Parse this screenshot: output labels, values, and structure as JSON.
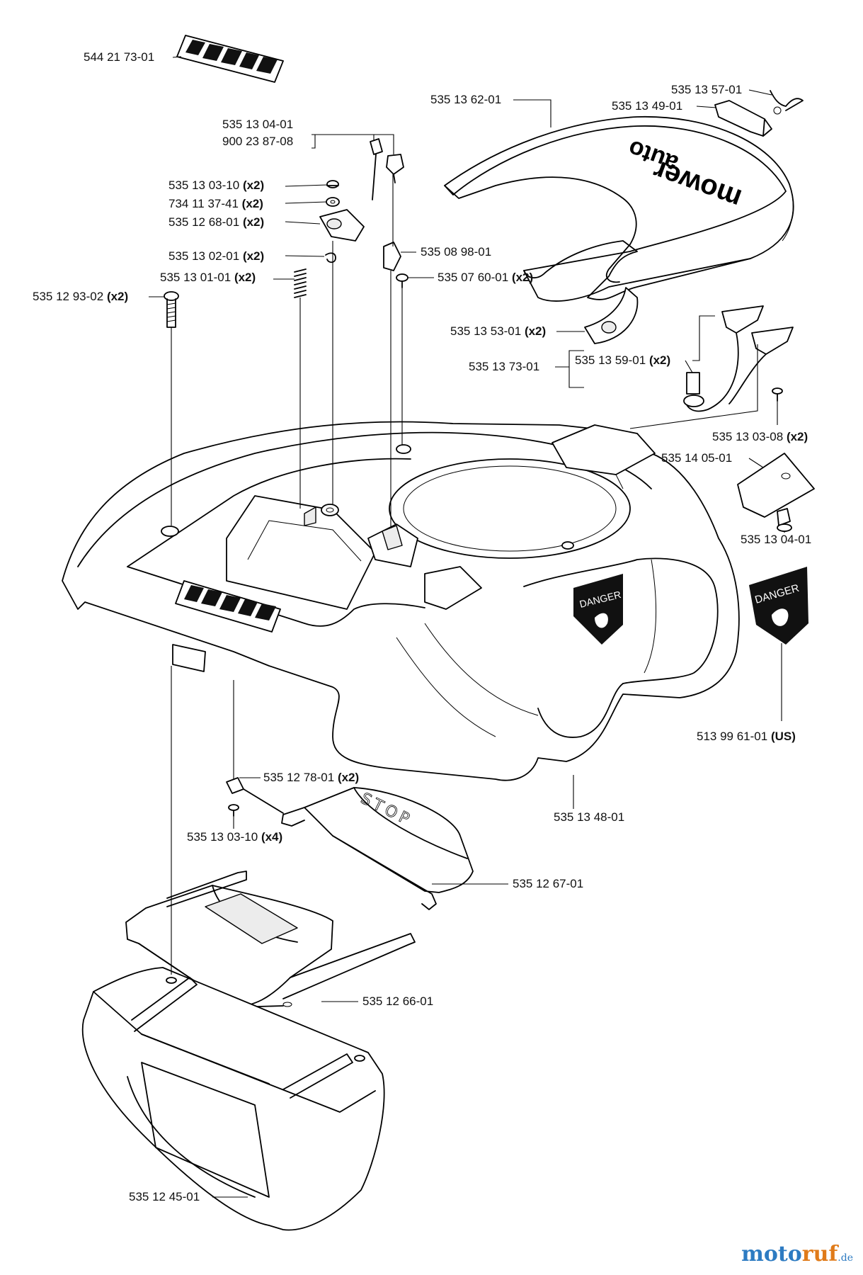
{
  "labels": {
    "l01": {
      "num": "544 21 73-01",
      "qty": ""
    },
    "l02": {
      "num": "535 13 62-01",
      "qty": ""
    },
    "l03": {
      "num": "535 13 57-01",
      "qty": ""
    },
    "l04": {
      "num": "535 13 49-01",
      "qty": ""
    },
    "l05": {
      "num": "535 13 04-01",
      "qty": ""
    },
    "l06": {
      "num": "900 23 87-08",
      "qty": ""
    },
    "l07": {
      "num": "535 13 03-10",
      "qty": "(x2)"
    },
    "l08": {
      "num": "734 11 37-41",
      "qty": "(x2)"
    },
    "l09": {
      "num": "535 12 68-01",
      "qty": "(x2)"
    },
    "l10": {
      "num": "535 13 02-01",
      "qty": "(x2)"
    },
    "l11": {
      "num": "535 13 01-01",
      "qty": "(x2)"
    },
    "l12": {
      "num": "535 12 93-02",
      "qty": "(x2)"
    },
    "l13": {
      "num": "535 08 98-01",
      "qty": ""
    },
    "l14": {
      "num": "535 07 60-01",
      "qty": "(x2)"
    },
    "l15": {
      "num": "535 13 53-01",
      "qty": "(x2)"
    },
    "l16": {
      "num": "535 13 73-01",
      "qty": ""
    },
    "l17": {
      "num": "535 13 59-01",
      "qty": "(x2)"
    },
    "l18": {
      "num": "535 13 03-08",
      "qty": "(x2)"
    },
    "l19": {
      "num": "535 14 05-01",
      "qty": ""
    },
    "l20": {
      "num": "535 13 04-01",
      "qty": ""
    },
    "l21": {
      "num": "513 99 61-01",
      "qty": "(US)"
    },
    "l22": {
      "num": "535 12 78-01",
      "qty": "(x2)"
    },
    "l23": {
      "num": "535 13 03-10",
      "qty": "(x4)"
    },
    "l24": {
      "num": "535 13 48-01",
      "qty": ""
    },
    "l25": {
      "num": "535 12 67-01",
      "qty": ""
    },
    "l26": {
      "num": "535 12 66-01",
      "qty": ""
    },
    "l27": {
      "num": "535 12 45-01",
      "qty": ""
    }
  },
  "part_text": {
    "hatch_brand_1": "auto",
    "hatch_brand_2": "mower",
    "stop": "STOP",
    "danger": "DANGER"
  },
  "watermark": {
    "part1": "moto",
    "part2": "ruf",
    "part3": ".de"
  }
}
